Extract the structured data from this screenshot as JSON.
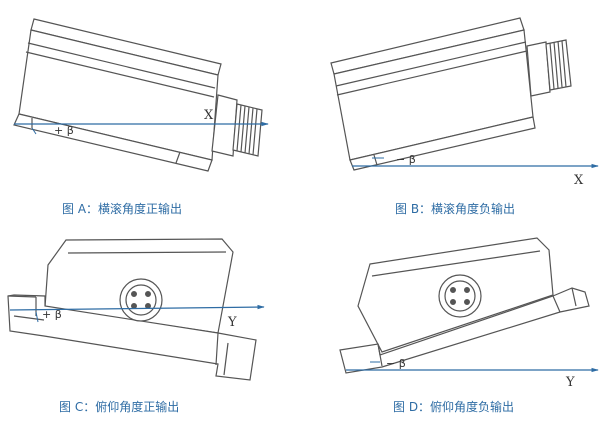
{
  "panels": {
    "a": {
      "caption": "图 A：横滚角度正输出",
      "axis": "X",
      "angle": "+ β"
    },
    "b": {
      "caption": "图 B：横滚角度负输出",
      "axis": "X",
      "angle": "− β"
    },
    "c": {
      "caption": "图 C：俯仰角度正输出",
      "axis": "Y",
      "angle": "+ β"
    },
    "d": {
      "caption": "图 D：俯仰角度负输出",
      "axis": "Y",
      "angle": "− β"
    }
  },
  "colors": {
    "outline": "#555555",
    "axis": "#2e6ca4",
    "caption": "#2e6ca4"
  }
}
